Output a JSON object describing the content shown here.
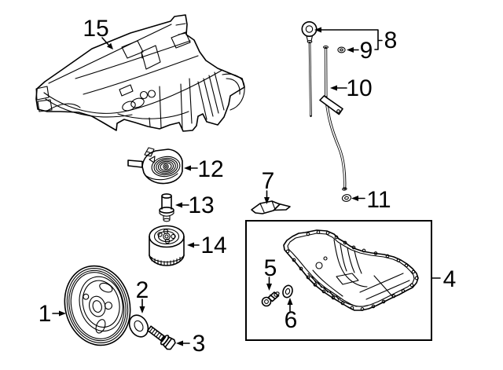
{
  "diagram": {
    "background_color": "#ffffff",
    "line_color": "#000000",
    "callouts": [
      {
        "number": "1"
      },
      {
        "number": "2"
      },
      {
        "number": "3"
      },
      {
        "number": "4"
      },
      {
        "number": "5"
      },
      {
        "number": "6"
      },
      {
        "number": "7"
      },
      {
        "number": "8"
      },
      {
        "number": "9"
      },
      {
        "number": "10"
      },
      {
        "number": "11"
      },
      {
        "number": "12"
      },
      {
        "number": "13"
      },
      {
        "number": "14"
      },
      {
        "number": "15"
      }
    ]
  }
}
